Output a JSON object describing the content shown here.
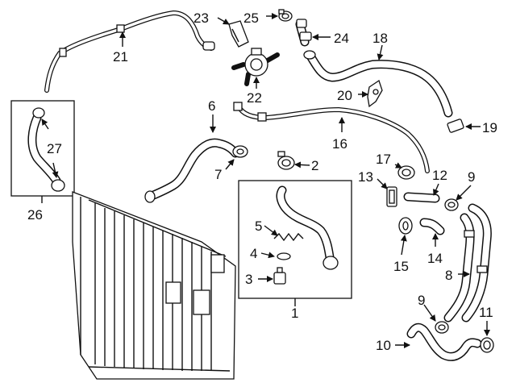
{
  "callouts": {
    "c1": "1",
    "c2": "2",
    "c3": "3",
    "c4": "4",
    "c5": "5",
    "c6": "6",
    "c7": "7",
    "c8": "8",
    "c9a": "9",
    "c9b": "9",
    "c10": "10",
    "c11": "11",
    "c12": "12",
    "c13": "13",
    "c14": "14",
    "c15": "15",
    "c16": "16",
    "c17": "17",
    "c18": "18",
    "c19": "19",
    "c20": "20",
    "c21": "21",
    "c22": "22",
    "c23": "23",
    "c24": "24",
    "c25": "25",
    "c26": "26",
    "c27": "27"
  },
  "colors": {
    "line": "#111111",
    "background": "#ffffff"
  }
}
